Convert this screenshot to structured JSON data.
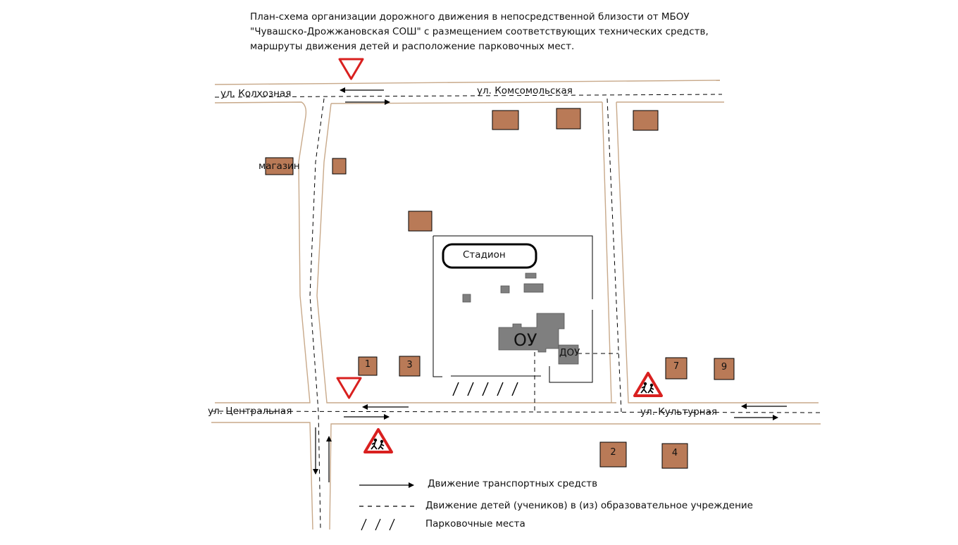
{
  "title": {
    "line1": "План-схема организации дорожного движения в непосредственной близости от МБОУ",
    "line2": "\"Чувашско-Дрожжановская СОШ\" с размещением соответствующих технических средств,",
    "line3": "маршруты движения детей и расположение парковочных мест."
  },
  "streets": {
    "kolkhoznaya": "ул. Колхозная",
    "komsomolskaya": "ул. Комсомольская",
    "centralnaya": "ул. Центральная",
    "kulturnaya": "ул. Культурная"
  },
  "labels": {
    "shop": "магазин",
    "stadium": "Стадион",
    "school": "ОУ",
    "kindergarten": "ДОУ"
  },
  "houses": [
    "1",
    "3",
    "7",
    "9",
    "2",
    "4"
  ],
  "legend": {
    "vehicles": "Движение транспортных средств",
    "children": "Движение детей (учеников) в (из) образовательное учреждение",
    "parking": "Парковочные места"
  },
  "colors": {
    "building": "#b97a57",
    "school": "#7f7f7f",
    "road_edge": "#c8a98a",
    "sign_red": "#d9201f"
  }
}
